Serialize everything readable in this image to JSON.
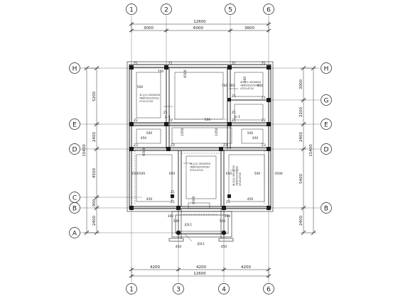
{
  "grids": {
    "columns": [
      {
        "id": "c1",
        "label": "1"
      },
      {
        "id": "c2",
        "label": "2"
      },
      {
        "id": "c3",
        "label": "3"
      },
      {
        "id": "c4",
        "label": "4"
      },
      {
        "id": "c5",
        "label": "5"
      },
      {
        "id": "c6",
        "label": "6"
      }
    ],
    "rows": [
      {
        "id": "rA",
        "label": "A"
      },
      {
        "id": "rB",
        "label": "B"
      },
      {
        "id": "rC",
        "label": "C"
      },
      {
        "id": "rD",
        "label": "D"
      },
      {
        "id": "rE",
        "label": "E"
      },
      {
        "id": "rG",
        "label": "G"
      },
      {
        "id": "rH",
        "label": "H"
      }
    ]
  },
  "dimensions": {
    "top_total": "12600",
    "top_segments": [
      "3000",
      "6000",
      "3600"
    ],
    "bottom_total": "12600",
    "bottom_segments": [
      "4200",
      "4200",
      "4200"
    ],
    "left_total": "15400",
    "left_segments": [
      "2400",
      "900",
      "4500",
      "2400",
      "5200"
    ],
    "right_total": "15400",
    "right_segments": [
      "2400",
      "5400",
      "2400",
      "2200",
      "3000"
    ]
  },
  "beams": {
    "b1": {
      "name": "1L1(1) 200X350",
      "rebar": "?8@100/150(2)",
      "bars": "2?12;2?16"
    },
    "b2": {
      "name": "4L3(1) 350X650",
      "rebar": "?8@100/150(4)",
      "bars": "4?22;4?14"
    },
    "b3": {
      "name": "4L2(1) 350X550",
      "rebar": "?8@100/150(4)",
      "bars": "4?22;4?14"
    },
    "b4": {
      "name": "4L3(1) 350X750",
      "rebar": "?8@100/150(4)",
      "bars": "5?25;4?16"
    }
  },
  "labels": {
    "jl1": "JL-1",
    "jql1": "JQL1",
    "z1": "Z1",
    "z2": "Z2",
    "z3": "Z3",
    "d450": "450",
    "d500": "500",
    "d300": "300",
    "d700": "700",
    "d650": "650",
    "d1050": "1050",
    "d6500": "6500",
    "d4500": "4500"
  }
}
